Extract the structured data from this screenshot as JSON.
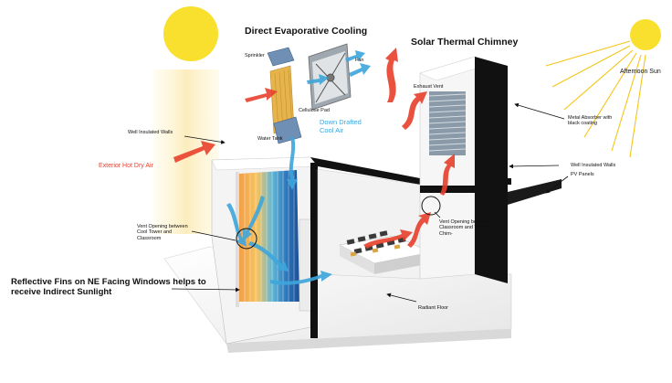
{
  "titles": {
    "evaporative": "Direct Evaporative Cooling",
    "chimney": "Solar Thermal Chimney",
    "afternoon_sun": "Afternoon Sun"
  },
  "labels": {
    "sprinkler": "Sprinkler",
    "fan": "Fan",
    "cellulose_pad": "Cellulose Pad",
    "water_tank": "Water Tank",
    "down_drafted": "Down Drafted Cool Air",
    "exhaust_vent": "Exhaust Vent",
    "metal_absorber": "Metal Absorber with black coating",
    "insulated_walls_left": "Well Insulated Walls",
    "insulated_walls_right": "Well Insulated Walls",
    "pv_panels": "PV Panels",
    "exterior_air": "Exterior Hot Dry Air",
    "vent_cool_tower": "Vent Opening between Cool Tower and Classroom",
    "vent_chimney": "Vent Opening between Classroom and Thermal Chim-",
    "reflective_fins": "Reflective Fins on NE Facing Windows helps to receive Indirect Sunlight",
    "radiant_floor": "Radiant Floor"
  },
  "colors": {
    "sun": "#f9e02e",
    "hot_arrow": "#e8402c",
    "cool_arrow": "#3ea6dc",
    "wall": "#f2f2f2",
    "dark_wall": "#111111"
  }
}
